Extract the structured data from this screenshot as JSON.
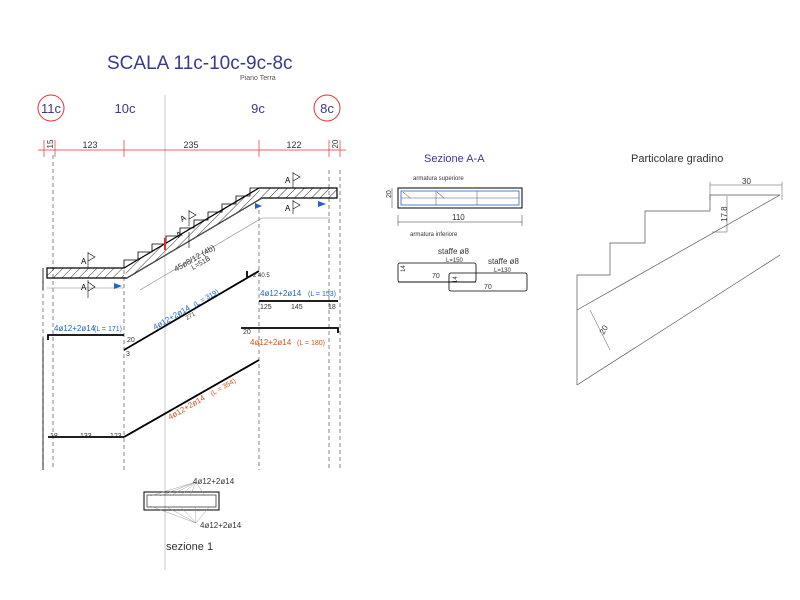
{
  "header": {
    "title": "SCALA 11c-10c-9c-8c",
    "subtitle": "Piano Terra"
  },
  "columns": {
    "c1": "11c",
    "c2": "10c",
    "c3": "9c",
    "c4": "8c"
  },
  "dimensions": {
    "d1": "15",
    "d2": "123",
    "d3": "235",
    "d4": "122",
    "d5": "20"
  },
  "section_labels": {
    "a1": "A",
    "a2": "A",
    "a3": "A",
    "a4": "A",
    "a5": "A",
    "a6": "A"
  },
  "rebar": {
    "stirrups_main": "45ø8/12 (4b)",
    "stirrups_len": "L=51B",
    "top_left": "4ø12+2ø14",
    "top_left_len": "(L = 171)",
    "top_diag": "4ø12+2ø14",
    "top_diag_len": "(L = 319)",
    "top_right": "4ø12+2ø14",
    "top_right_len": "(L = 153)",
    "bot_right": "4ø12+2ø14",
    "bot_right_len": "(L = 180)",
    "bot_diag": "4ø12+2ø14",
    "bot_diag_len": "(L = 354)",
    "top_right_small": "2 40.5",
    "diag_small": "271"
  },
  "bar_dims": {
    "b20a": "20",
    "b3": "3",
    "b125": "125",
    "b145": "145",
    "b18": "18",
    "b20b": "20",
    "b18b": "18",
    "b133": "133",
    "b123": "123"
  },
  "section_aa": {
    "title": "Sezione A-A",
    "top_label": "armatura superiore",
    "bot_label": "armatura inferiore",
    "height": "20",
    "width": "110"
  },
  "stirrups": {
    "s1_title": "staffe ø8",
    "s1_len": "L=150",
    "s1_h": "14",
    "s1_w": "70",
    "s2_title": "staffe ø8",
    "s2_len": "L=130",
    "s2_h": "14",
    "s2_w": "70"
  },
  "step_detail": {
    "title": "Particolare gradino",
    "tread": "30",
    "riser": "17.8",
    "thickness": "20"
  },
  "sezione1": {
    "title": "sezione 1",
    "top_label": "4ø12+2ø14",
    "bot_label": "4ø12+2ø14"
  },
  "colors": {
    "title": "#3a3a8c",
    "blue": "#1f63c9",
    "orange": "#d2531d",
    "red": "#e23030",
    "line": "#000000",
    "dim": "#e23030"
  }
}
